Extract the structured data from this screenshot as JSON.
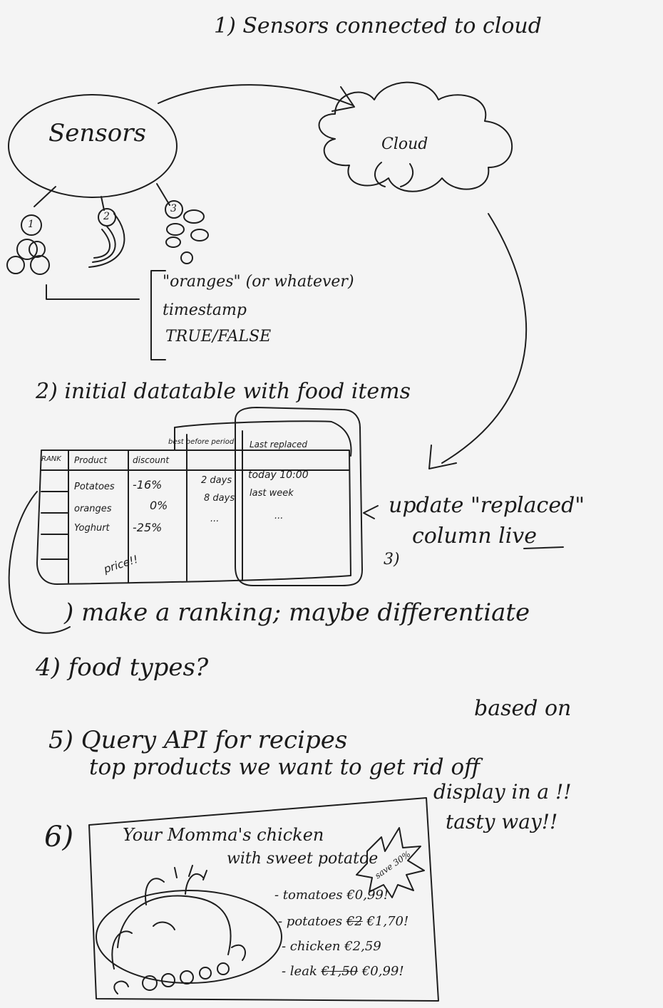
{
  "step1": {
    "label": "1) Sensors connected to cloud",
    "sensors_label": "Sensors",
    "cloud_label": "Cloud",
    "sensor_numbers": [
      "1",
      "2",
      "3"
    ],
    "payload_lines": [
      "\"oranges\" (or whatever)",
      "timestamp",
      "TRUE/FALSE"
    ]
  },
  "step2": {
    "label": "2) initial datatable with food items",
    "table": {
      "headers": [
        "RANK",
        "Product",
        "discount",
        "best before period",
        "Last replaced"
      ],
      "rows": [
        {
          "product": "Potatoes",
          "discount": "-16%",
          "period": "2 days",
          "replaced": "today 10:00"
        },
        {
          "product": "oranges",
          "discount": "0%",
          "period": "8 days",
          "replaced": "last week"
        },
        {
          "product": "Yoghurt",
          "discount": "-25%",
          "period": "...",
          "replaced": "..."
        }
      ],
      "price_note": "price!!"
    }
  },
  "step3": {
    "line1": "update \"replaced\"",
    "line2_pre": "column ",
    "line2_live": "live",
    "number": "3)"
  },
  "step4": {
    "line1": ") make a ranking; maybe differentiate",
    "line2": "4) food types?"
  },
  "step5": {
    "line1": "5) Query API for recipes",
    "line1b": "based on",
    "line2": "top products we want to get rid off"
  },
  "step6": {
    "number": "6)",
    "note_line1": "display in a !!",
    "note_line2": "tasty way!!",
    "recipe_title_line1": "Your Momma's chicken",
    "recipe_title_line2": "with sweet potatoe",
    "save_badge": "save 30%",
    "ingredients": [
      {
        "text": "- tomatoes €0,99!",
        "old": "",
        "new": ""
      },
      {
        "text": "- potatoes ",
        "old": "€2",
        "new": " €1,70!"
      },
      {
        "text": "- chicken €2,59",
        "old": "",
        "new": ""
      },
      {
        "text": "- leak ",
        "old": "€1,50",
        "new": " €0,99!"
      }
    ]
  }
}
